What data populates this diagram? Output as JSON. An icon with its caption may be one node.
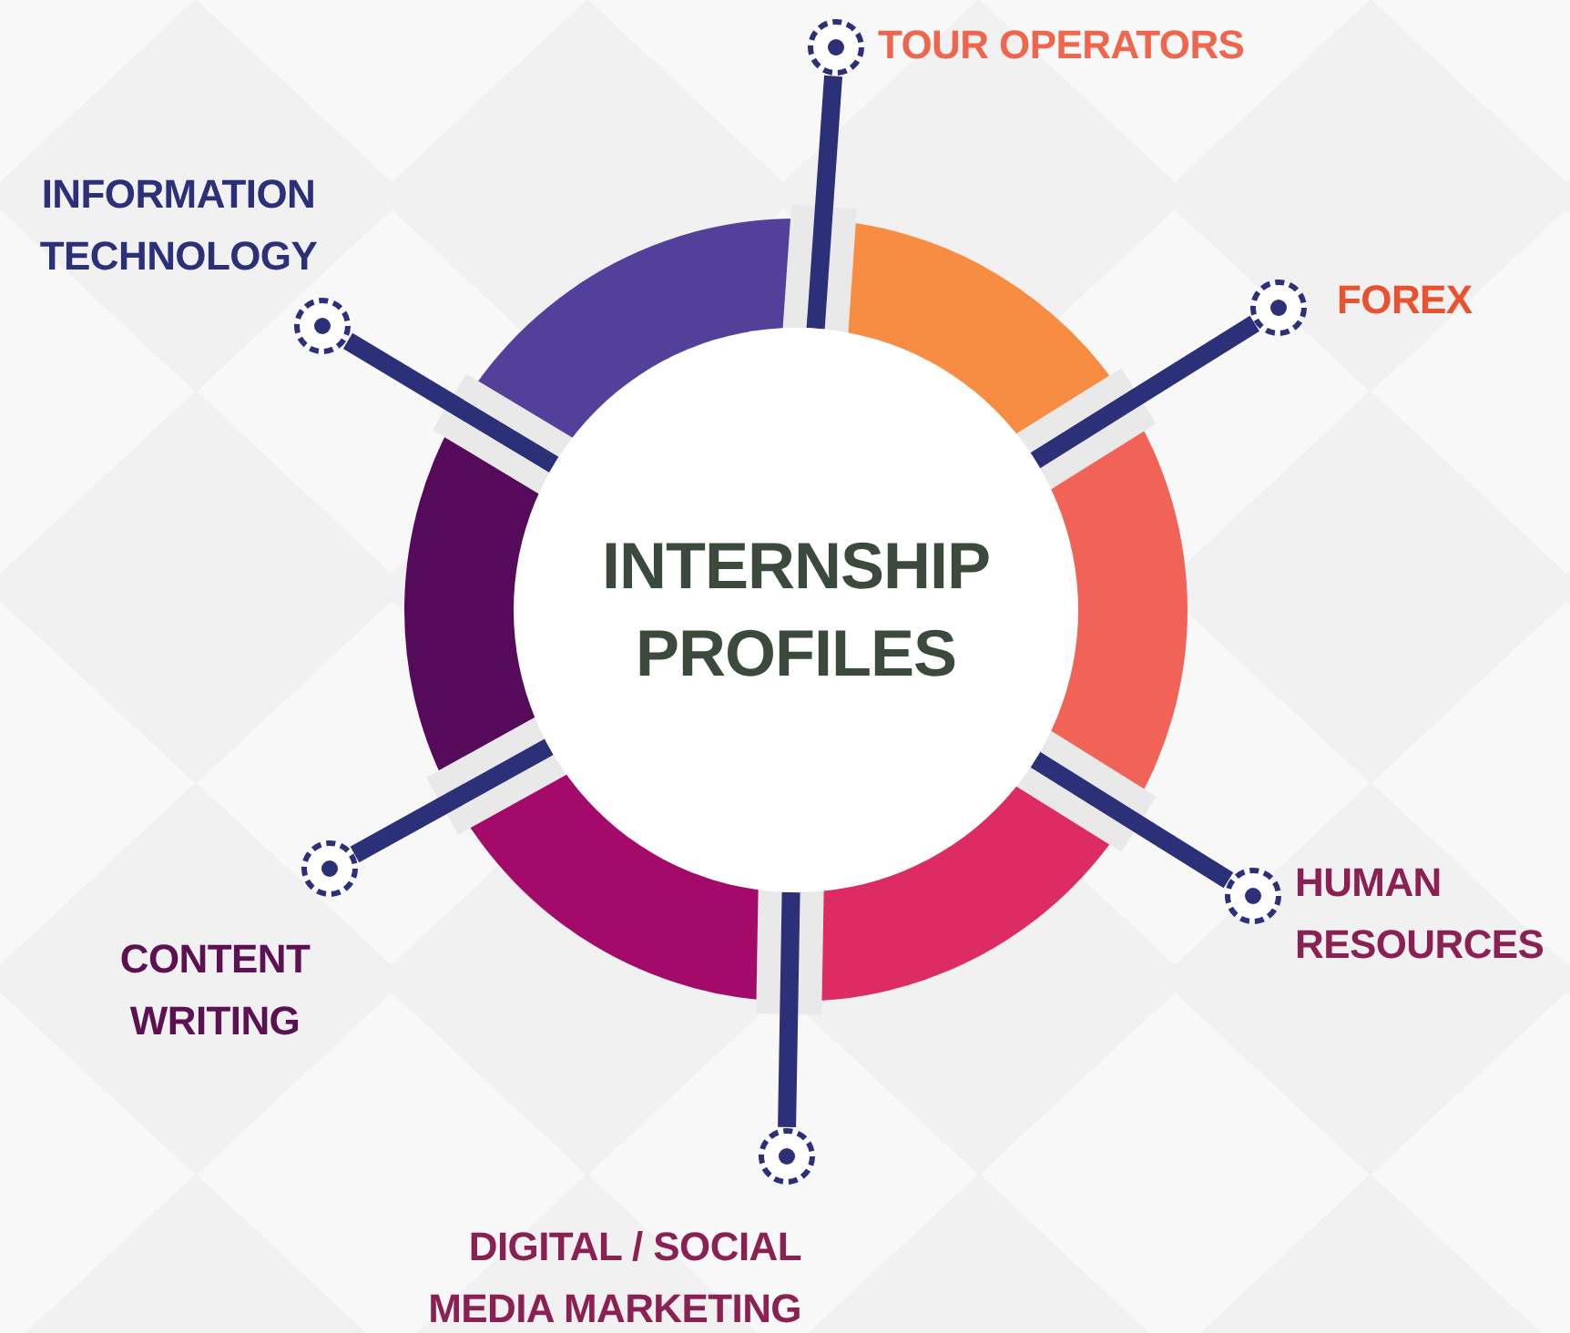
{
  "diagram": {
    "nodes": [
      {
        "text": [
          "INTERNSHIP PROFILES"
        ]
      },
      {
        "text": [],
        "shape": "circle",
        "beside": [
          "TOUR OPERATORS"
        ]
      },
      {
        "text": [],
        "shape": "circle",
        "beside": [
          "FOREX"
        ]
      },
      {
        "text": [],
        "shape": "circle",
        "beside": [
          "HUMAN RESOURCES"
        ]
      },
      {
        "text": [],
        "shape": "circle",
        "beside": [
          "DIGITAL / SOCIAL MEDIA MARKETING"
        ]
      },
      {
        "text": [],
        "shape": "circle",
        "beside": [
          "CONTENT WRITING"
        ]
      },
      {
        "text": [],
        "shape": "circle",
        "beside": [
          "INFORMATION TECHNOLOGY"
        ]
      }
    ],
    "edges": [
      {
        "from": 0,
        "to": 1,
        "arrow": "none"
      },
      {
        "from": 0,
        "to": 2,
        "arrow": "none"
      },
      {
        "from": 0,
        "to": 3,
        "arrow": "none"
      },
      {
        "from": 0,
        "to": 4,
        "arrow": "none"
      },
      {
        "from": 0,
        "to": 5,
        "arrow": "none"
      },
      {
        "from": 0,
        "to": 6,
        "arrow": "none"
      }
    ]
  }
}
